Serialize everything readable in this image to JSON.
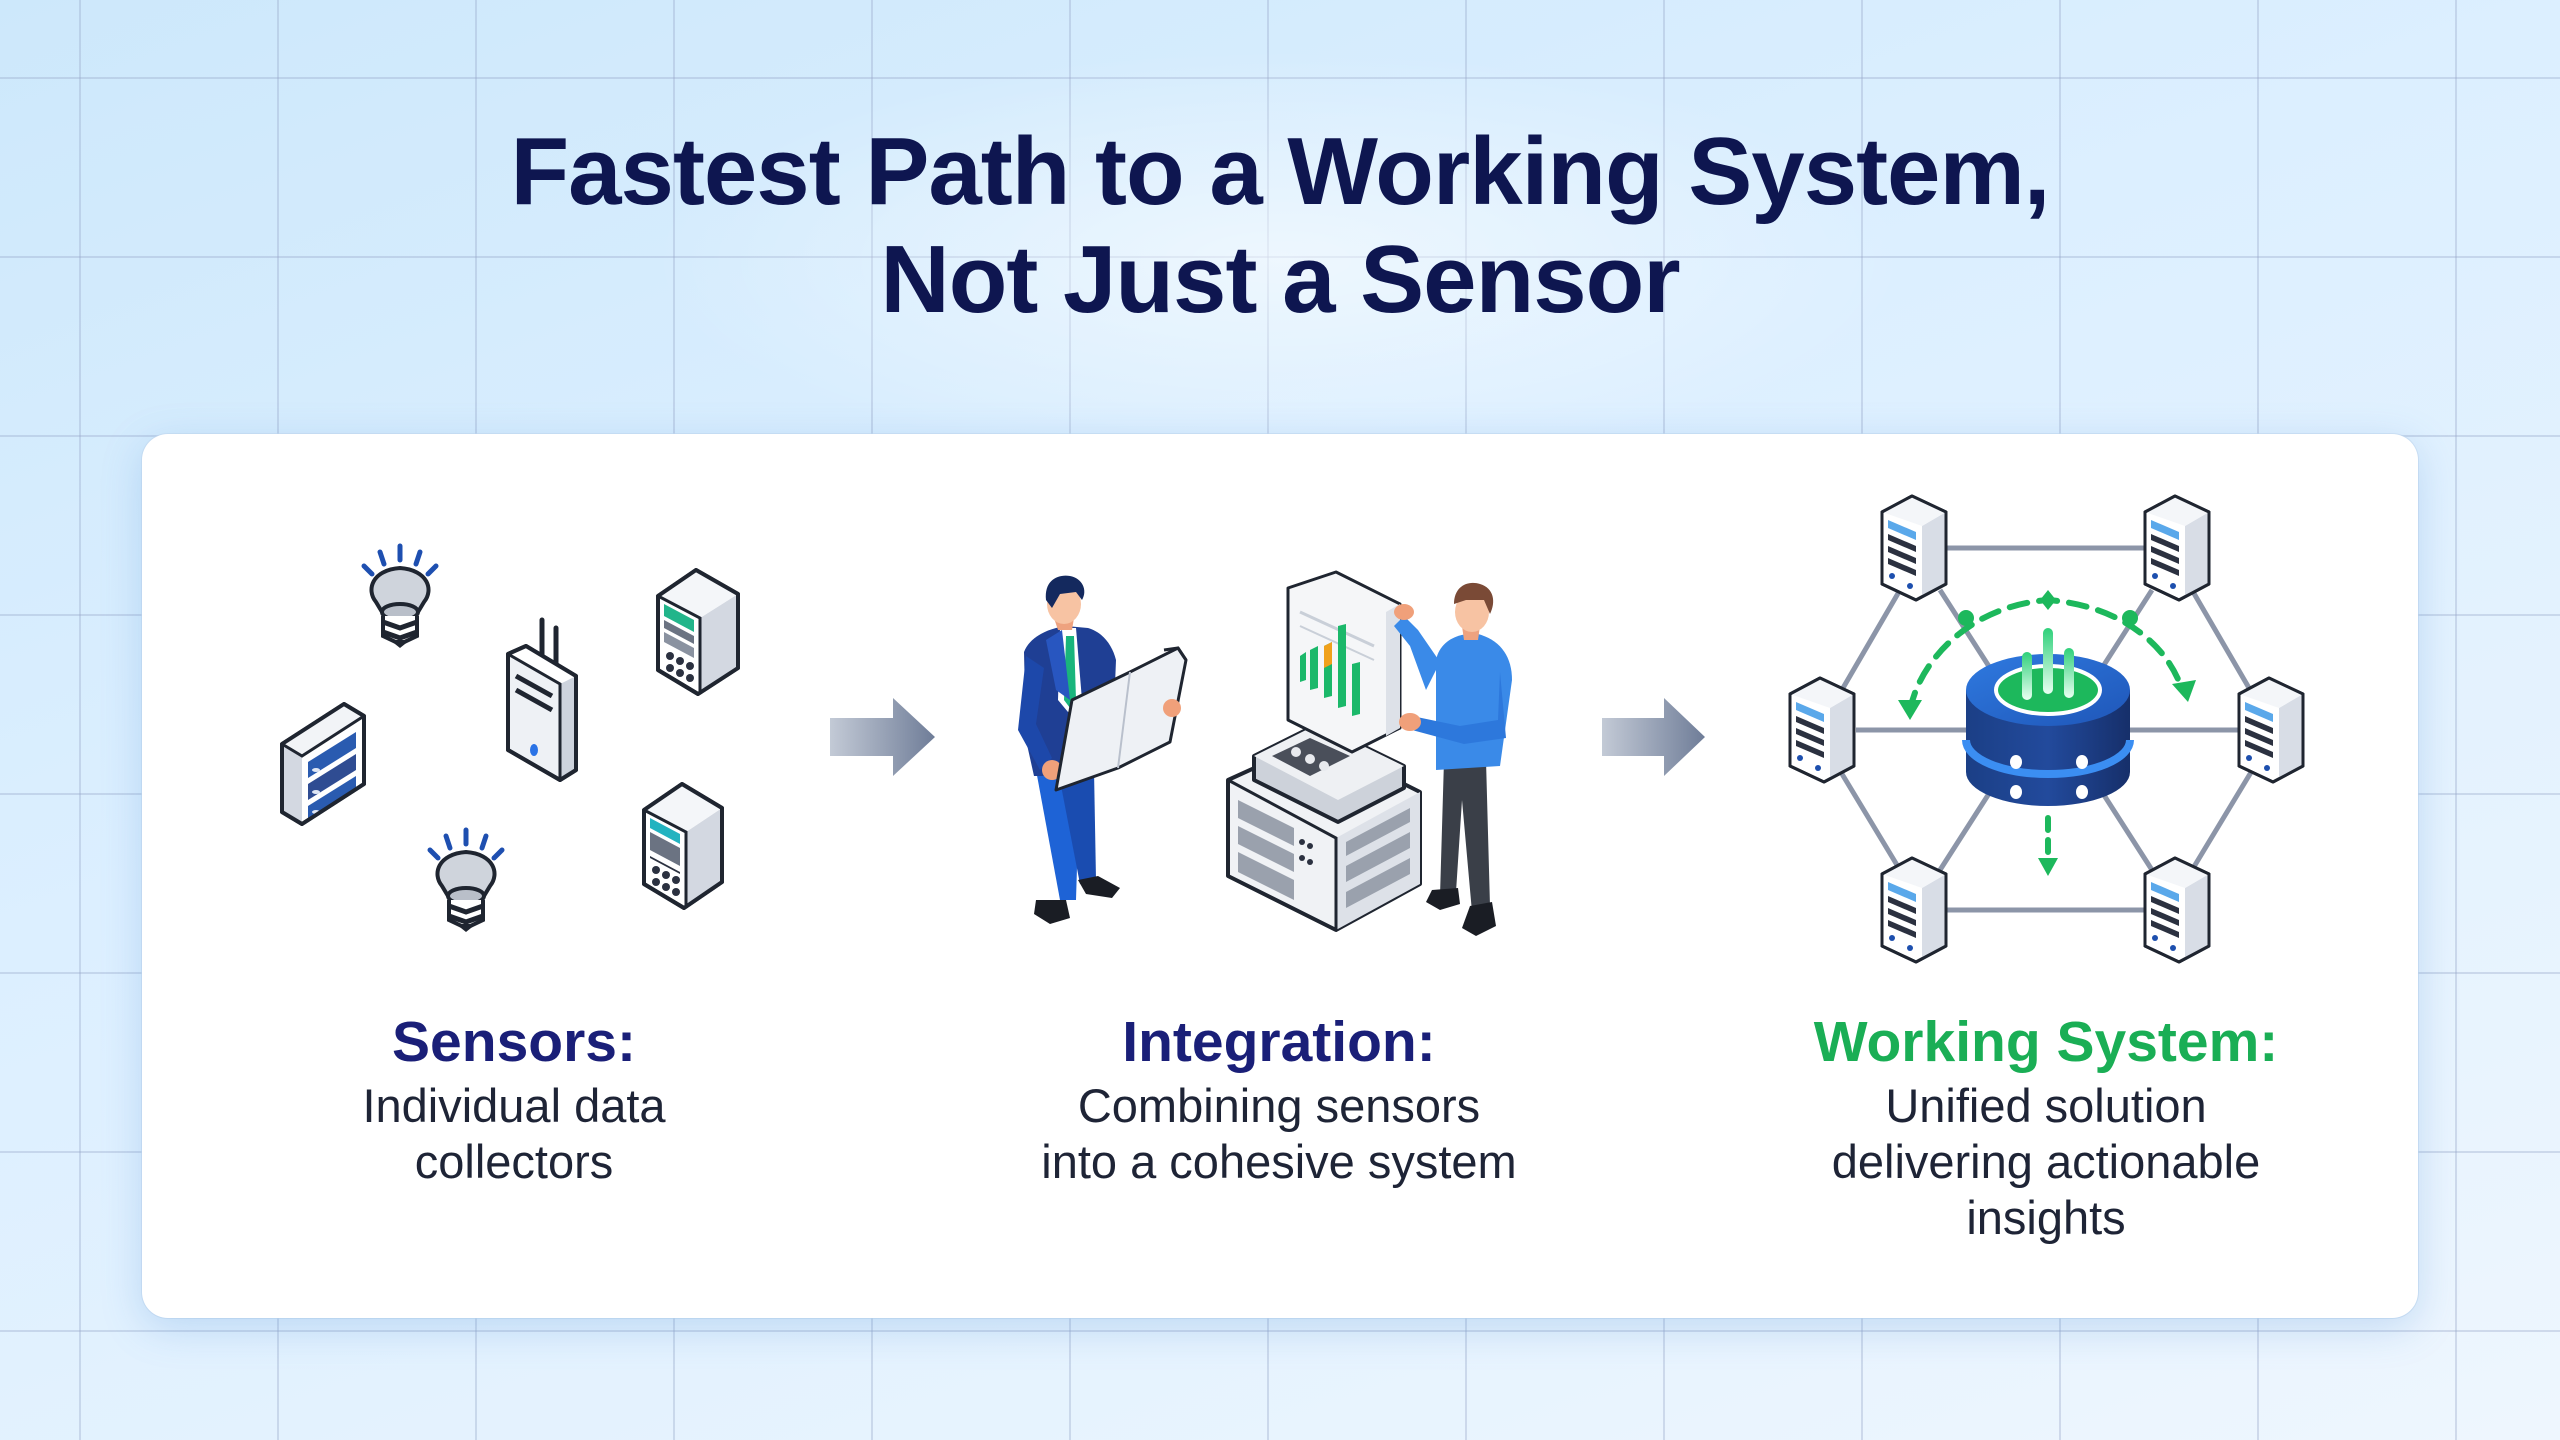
{
  "title": {
    "line1": "Fastest Path to a Working System,",
    "line2": "Not Just a Sensor"
  },
  "colors": {
    "title": "#0e1650",
    "heading_navy": "#1a1f78",
    "heading_green": "#1aae55",
    "body_text": "#1e2436",
    "accent_blue": "#2563d6",
    "accent_green": "#1db85c"
  },
  "stages": [
    {
      "heading": "Sensors:",
      "lines": [
        "Individual data",
        "collectors"
      ],
      "icons": [
        "lightbulb-sensor-icon",
        "router-icon",
        "server-icon",
        "storage-box-icon",
        "lightbulb-sensor-icon",
        "device-icon"
      ]
    },
    {
      "heading": "Integration:",
      "lines": [
        "Combining sensors",
        "into a cohesive system"
      ],
      "icons": [
        "businessman-with-blueprint",
        "server-machine-with-chart",
        "technician"
      ]
    },
    {
      "heading": "Working System:",
      "lines": [
        "Unified solution",
        "delivering actionable",
        "insights"
      ],
      "icons": [
        "network-server-icon",
        "central-database-icon",
        "data-flow-arrows"
      ]
    }
  ],
  "arrows": [
    "arrow-right-icon",
    "arrow-right-icon"
  ]
}
